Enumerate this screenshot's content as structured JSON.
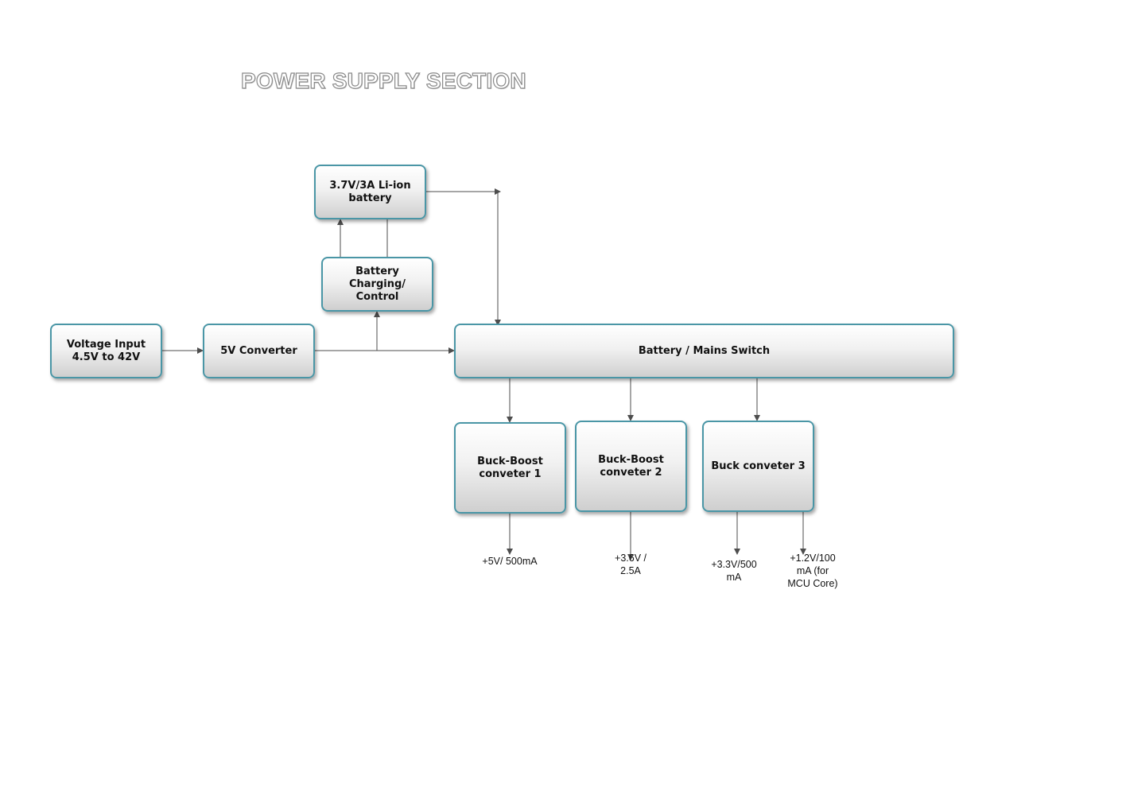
{
  "title": "POWER SUPPLY SECTION",
  "blocks": {
    "voltage_input": "Voltage Input\n4.5V to 42V",
    "converter_5v": "5V Converter",
    "battery_charging": "Battery\nCharging/\nControl",
    "li_ion_battery": "3.7V/3A Li-ion\nbattery",
    "mains_switch": "Battery / Mains Switch",
    "buck_boost_1": "Buck-Boost\nconveter 1",
    "buck_boost_2": "Buck-Boost\nconveter 2",
    "buck_3": "Buck conveter 3"
  },
  "outputs": {
    "out_5v": "+5V/ 500mA",
    "out_3v6": "+3.6V /\n2.5A",
    "out_3v3": "+3.3V/500\nmA",
    "out_1v2": "+1.2V/100\nmA (for\nMCU Core)"
  },
  "colors": {
    "block_border": "#4a96a6",
    "wire": "#4d4d4d"
  }
}
